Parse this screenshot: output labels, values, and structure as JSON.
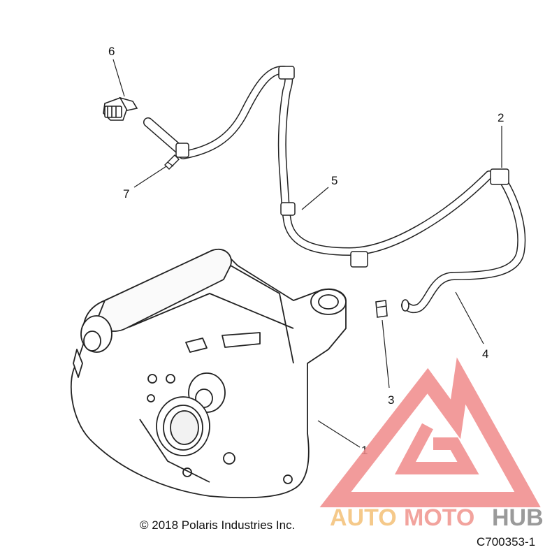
{
  "diagram": {
    "callouts": [
      {
        "id": "callout-1",
        "label": "1"
      },
      {
        "id": "callout-2",
        "label": "2"
      },
      {
        "id": "callout-3",
        "label": "3"
      },
      {
        "id": "callout-4",
        "label": "4"
      },
      {
        "id": "callout-5",
        "label": "5"
      },
      {
        "id": "callout-6",
        "label": "6"
      },
      {
        "id": "callout-7",
        "label": "7"
      }
    ],
    "copyright": "© 2018 Polaris Industries Inc.",
    "reference_code": "C700353-1"
  },
  "watermark": {
    "brand_auto": "AUTO",
    "brand_moto": "MOTO",
    "brand_hub": "HUB",
    "colors": {
      "logo": "#f08a8a",
      "auto_text": "#f5c98a",
      "moto_text": "#f2a39d",
      "hub_text": "#9a9a9a"
    }
  }
}
